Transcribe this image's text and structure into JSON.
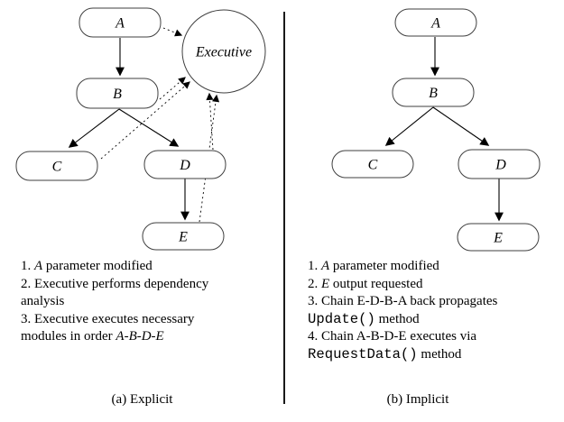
{
  "style": {
    "ink": "#000000",
    "background": "#ffffff",
    "node_fill": "#ffffff",
    "node_border": "#3f3f3f"
  },
  "left": {
    "nodes": {
      "a": "A",
      "b": "B",
      "c": "C",
      "d": "D",
      "e": "E",
      "executive": "Executive"
    },
    "list": [
      [
        "1. ",
        "A",
        " parameter modified"
      ],
      [
        "2. Executive performs dependency"
      ],
      [
        "analysis"
      ],
      [
        "3. Executive executes necessary"
      ],
      [
        "modules in order ",
        "A-B-D-E"
      ]
    ],
    "caption": "(a) Explicit"
  },
  "right": {
    "nodes": {
      "a": "A",
      "b": "B",
      "c": "C",
      "d": "D",
      "e": "E"
    },
    "list": [
      [
        "1. ",
        "A",
        " parameter modified"
      ],
      [
        "2. ",
        "E",
        " output requested"
      ],
      [
        "3. Chain E-D-B-A back propagates"
      ],
      [
        "Update()",
        " method"
      ],
      [
        "4. Chain A-B-D-E executes via"
      ],
      [
        "RequestData()",
        " method"
      ]
    ],
    "caption": "(b) Implicit"
  }
}
